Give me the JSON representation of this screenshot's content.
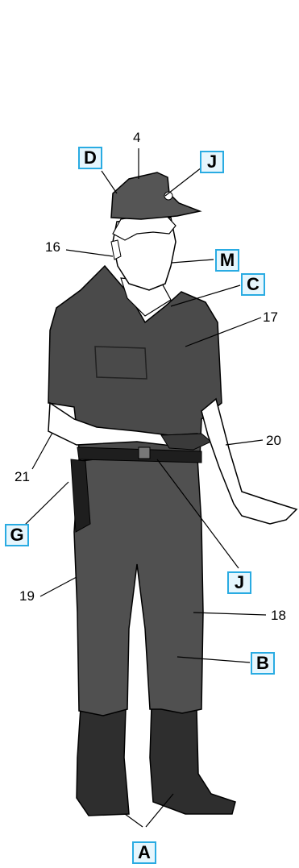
{
  "labels": {
    "n4": "4",
    "n16": "16",
    "n17": "17",
    "n18": "18",
    "n19": "19",
    "n20": "20",
    "n21": "21",
    "D": "D",
    "J_cap": "J",
    "M": "M",
    "C": "C",
    "G": "G",
    "J_belt": "J",
    "B": "B",
    "A": "A"
  },
  "colors": {
    "box_border": "#29abe2",
    "box_fill": "#e6f6fd",
    "uniform": "#4a4a4a",
    "skin": "#ffffff",
    "ink": "#000000"
  }
}
